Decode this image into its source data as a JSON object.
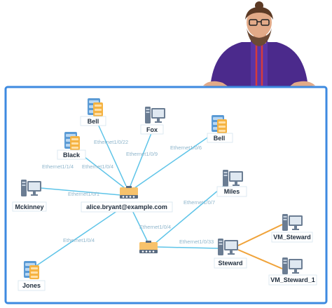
{
  "nodes": {
    "bell_top": "Bell",
    "fox": "Fox",
    "bell_right": "Bell",
    "black": "Black",
    "miles": "Miles",
    "mckinney": "Mckinney",
    "hub": "alice.bryant@example.com",
    "steward": "Steward",
    "vm_steward": "VM_Steward",
    "vm_steward_1": "VM_Steward_1",
    "jones": "Jones"
  },
  "ports": {
    "p_bell": "Ethernet1/0/22",
    "p_fox": "Ethernet1/0/9",
    "p_bell_right": "Ethernet1/0/6",
    "p_black_a": "Ethernet1/1/4",
    "p_black_b": "Ethernet1/0/4",
    "p_mckinney": "Ethernet1/0/1",
    "p_miles": "Ethernet1/0/7",
    "p_hub_switch": "Ethernet1/0/4",
    "p_jones": "Ethernet1/0/4",
    "p_steward": "Ethernet1/0/33"
  },
  "colors": {
    "frame_border": "#3d8ae0",
    "link_default": "#5ec4e8",
    "link_vm": "#f0a33a",
    "monitor": "#6b7d93",
    "server_blue": "#5b9bd5",
    "server_orange": "#f5b342",
    "switch": "#f7c26b"
  },
  "icons": {
    "avatar": "illustrated-man-avatar",
    "server": "server-rack-icon",
    "monitor": "desktop-monitor-icon",
    "switch": "network-switch-icon"
  }
}
